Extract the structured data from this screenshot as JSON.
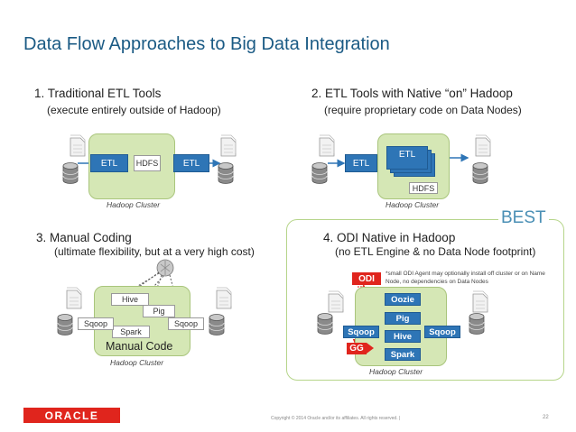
{
  "slide": {
    "title": "Data Flow Approaches to Big Data Integration",
    "best_label": "BEST"
  },
  "sections": [
    {
      "title": "1. Traditional ETL Tools",
      "subtitle": "(execute entirely outside of Hadoop)"
    },
    {
      "title": "2. ETL Tools with Native “on” Hadoop",
      "subtitle": "(require proprietary code on Data Nodes)"
    },
    {
      "title": "3. Manual Coding",
      "subtitle": "(ultimate flexibility, but at a very high cost)"
    },
    {
      "title": "4. ODI Native in Hadoop",
      "subtitle": "(no ETL Engine & no Data Node footprint)"
    }
  ],
  "diagram1": {
    "etl_left": "ETL",
    "hdfs": "HDFS",
    "etl_right": "ETL",
    "cluster": "Hadoop Cluster"
  },
  "diagram2": {
    "etl_outside": "ETL",
    "etl_stack": "ETL",
    "hdfs": "HDFS",
    "cluster": "Hadoop Cluster"
  },
  "diagram3": {
    "hive": "Hive",
    "pig": "Pig",
    "spark": "Spark",
    "sqoop_left": "Sqoop",
    "sqoop_right": "Sqoop",
    "manual_code": "Manual Code",
    "cluster": "Hadoop Cluster"
  },
  "diagram4": {
    "odi": "ODI",
    "note": "*small ODI Agent may optionally install off cluster or on Name Node, no dependencies on Data Nodes",
    "oozie": "Oozie",
    "pig": "Pig",
    "hive": "Hive",
    "spark": "Spark",
    "sqoop_left": "Sqoop",
    "sqoop_right": "Sqoop",
    "gg": "GG",
    "cluster": "Hadoop Cluster"
  },
  "footer": {
    "logo": "ORACLE",
    "copyright": "Copyright © 2014 Oracle and/or its affiliates. All rights reserved.  |",
    "page": "22"
  },
  "colors": {
    "title": "#1a5a84",
    "best": "#4a8fb5",
    "cluster_fill": "#d5e7b5",
    "tool_blue": "#2e75b6",
    "oracle_red": "#e0251d"
  }
}
